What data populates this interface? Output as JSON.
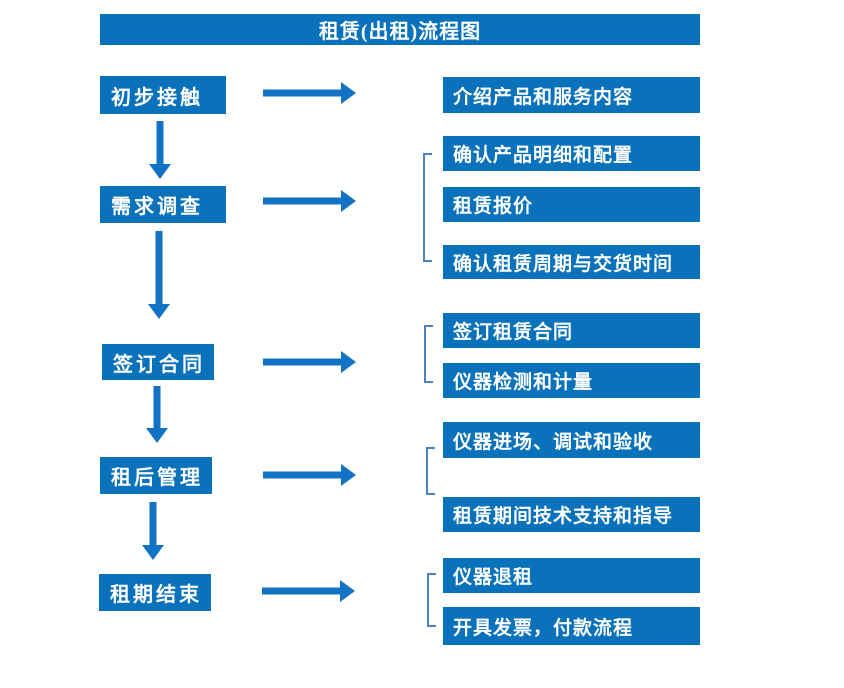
{
  "title": "租赁(出租)流程图",
  "colors": {
    "box_blue": "#0a71bb",
    "arrow_blue": "#1273c4",
    "bracket_blue": "#4d82bd",
    "text_white": "#ffffff",
    "background": "#ffffff"
  },
  "steps": [
    {
      "label": "初步接触",
      "outputs": [
        "介绍产品和服务内容"
      ]
    },
    {
      "label": "需求调查",
      "outputs": [
        "确认产品明细和配置",
        "租赁报价",
        "确认租赁周期与交货时间"
      ]
    },
    {
      "label": "签订合同",
      "outputs": [
        "签订租赁合同",
        "仪器检测和计量"
      ]
    },
    {
      "label": "租后管理",
      "outputs": [
        "仪器进场、调试和验收",
        "租赁期间技术支持和指导"
      ]
    },
    {
      "label": "租期结束",
      "outputs": [
        "仪器退租",
        "开具发票，付款流程"
      ]
    }
  ]
}
